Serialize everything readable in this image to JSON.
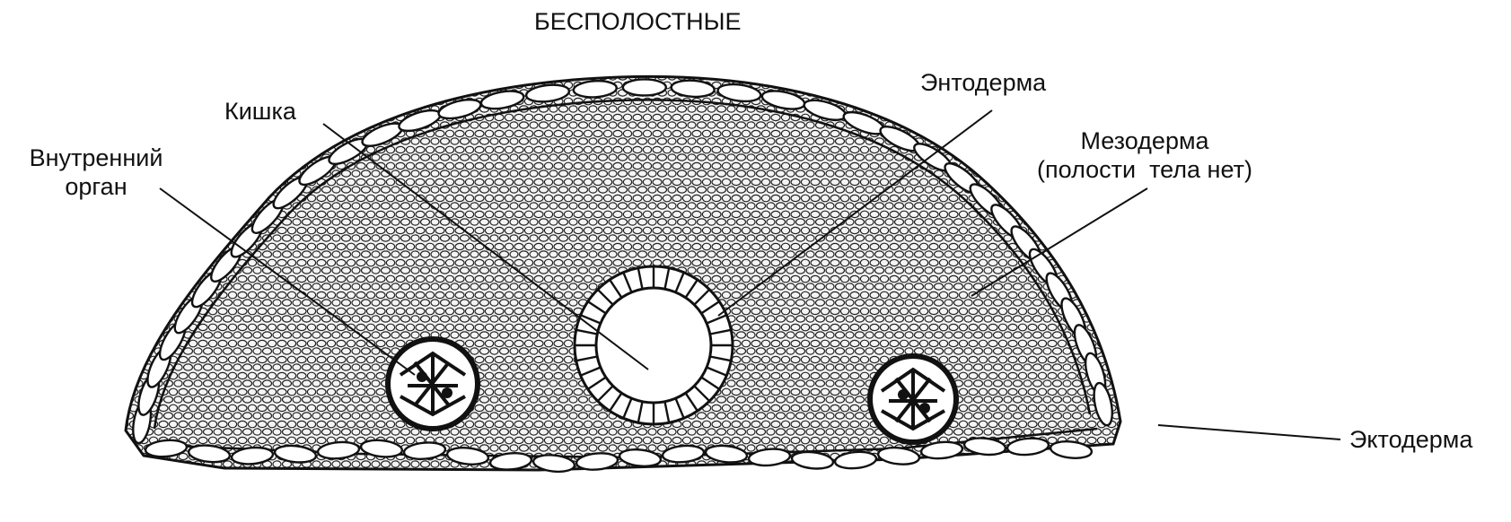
{
  "title": "БЕСПОЛОСТНЫЕ",
  "labels": {
    "internal_organ": [
      "Внутренний",
      "орган"
    ],
    "gut": "Кишка",
    "endoderm": "Энтодерма",
    "mesoderm": [
      "Мезодерма",
      "(полости  тела нет)"
    ],
    "ectoderm": "Эктодерма"
  },
  "colors": {
    "ink": "#111111",
    "tissue_fill": "#f3f3f3",
    "background": "#ffffff"
  }
}
